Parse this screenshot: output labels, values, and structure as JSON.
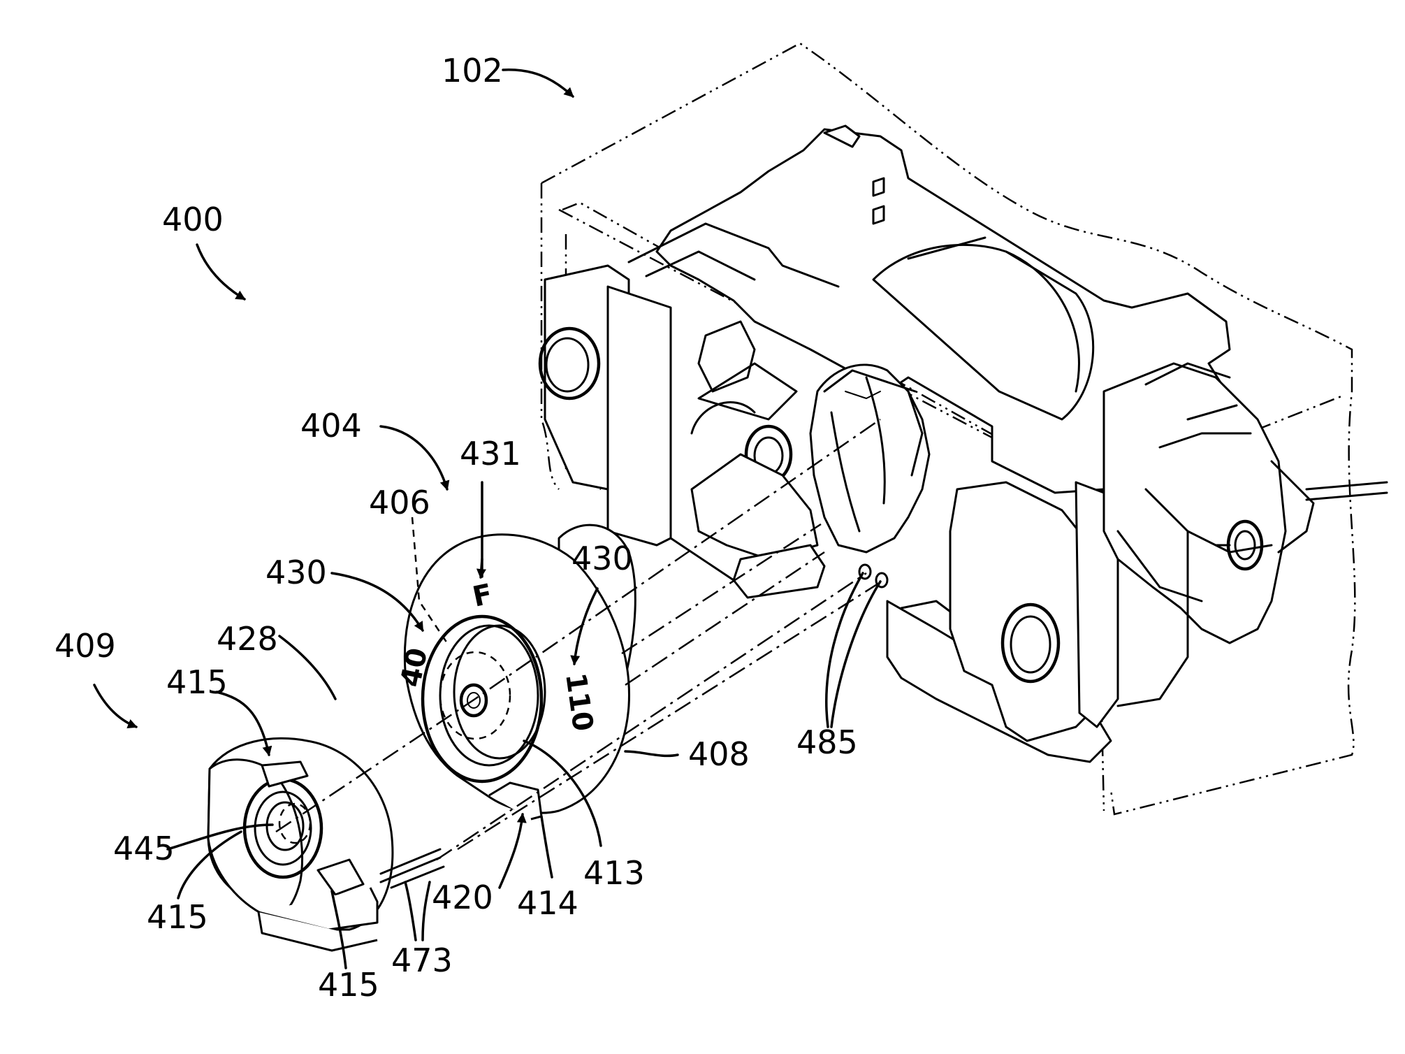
{
  "labels": {
    "ref_102": "102",
    "ref_400": "400",
    "ref_404": "404",
    "ref_406": "406",
    "ref_431": "431",
    "ref_430_left": "430",
    "ref_430_right": "430",
    "ref_409": "409",
    "ref_428": "428",
    "ref_415_top": "415",
    "ref_415_mid": "415",
    "ref_415_bottom": "415",
    "ref_445": "445",
    "ref_420": "420",
    "ref_414": "414",
    "ref_413": "413",
    "ref_408": "408",
    "ref_485": "485",
    "ref_473": "473"
  },
  "dial_markings": {
    "mark_f": "F",
    "mark_40": "40",
    "mark_110": "110"
  }
}
